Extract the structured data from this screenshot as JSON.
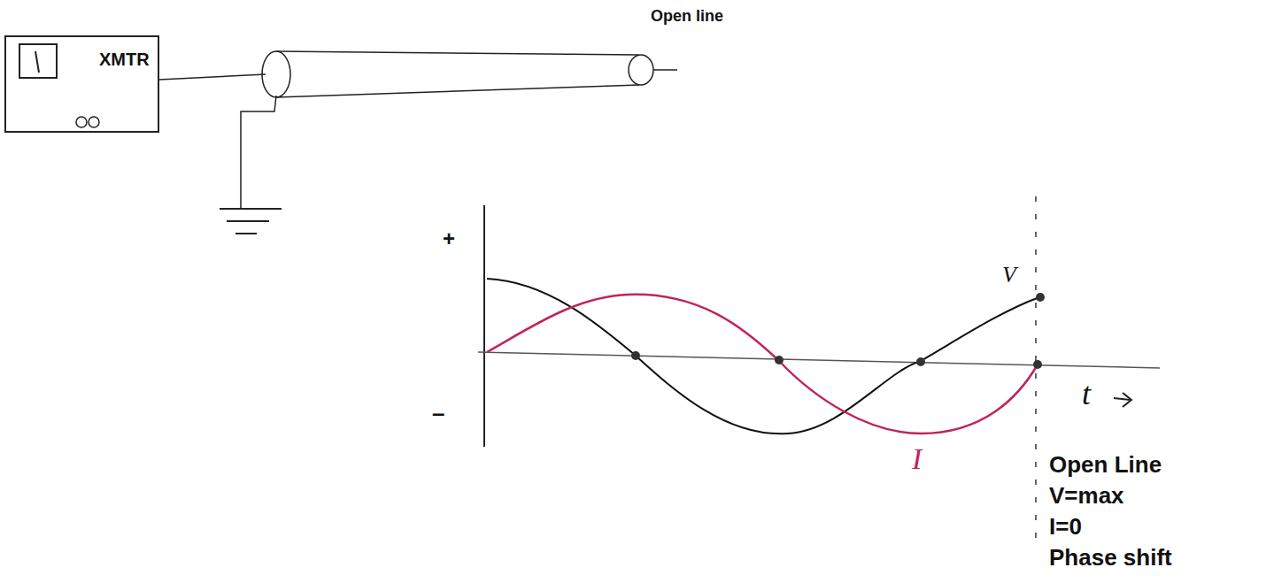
{
  "diagram": {
    "nodes": [
      {
        "text": [
          "XMTR"
        ]
      }
    ],
    "labels": [
      "Open line",
      "+",
      "–",
      "V",
      "I",
      "t",
      "Open Line",
      "V=max",
      "I=0",
      "Phase shift"
    ]
  }
}
